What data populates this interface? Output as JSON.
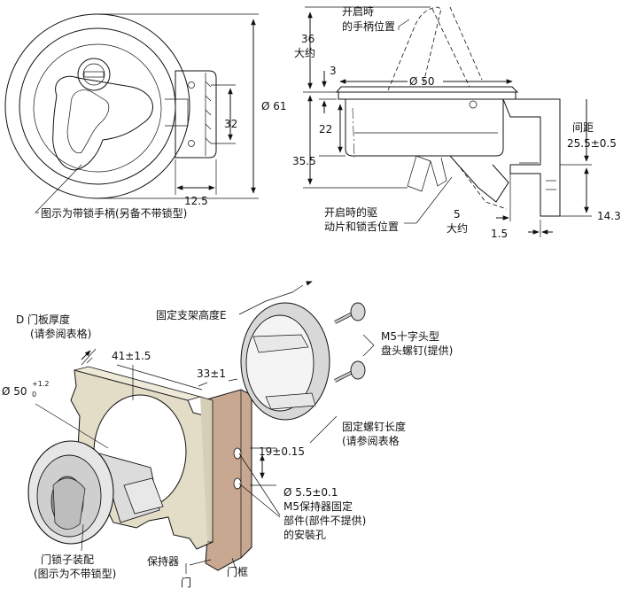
{
  "top_left": {
    "dim_diameter": "Ø 61",
    "dim_height": "32",
    "dim_offset": "12.5",
    "note": "图示为带锁手柄(另备不带锁型)"
  },
  "top_right": {
    "handle_open_line1": "开启時",
    "handle_open_line2": "的手柄位置",
    "dim_36": "36",
    "approx_a": "大约",
    "dim_3": "3",
    "dim_flange": "Ø 50",
    "dim_22": "22",
    "dim_35_5": "35.5",
    "spacing_label": "间距",
    "spacing_value": "25.5±0.5",
    "dim_14_3": "14.3",
    "driver_line1": "开启時的驱",
    "driver_line2": "动片和锁舌位置",
    "dim_5": "5",
    "approx_b": "大约",
    "dim_1_5": "1.5"
  },
  "bottom": {
    "door_thickness_line1": "D 门板厚度",
    "door_thickness_line2": "(请参阅表格)",
    "hole_diameter": "Ø 50",
    "hole_tol_plus": "+1.2",
    "hole_tol_minus": "0",
    "dim_41": "41±1.5",
    "dim_33": "33±1",
    "bracket_height": "固定支架高度E",
    "screw_line1": "M5十字头型",
    "screw_line2": "盘头螺钉(提供)",
    "screw_len_line1": "固定螺钉长度",
    "screw_len_line2": "(请参阅表格",
    "dim_19": "19±0.15",
    "mount_line1": "Ø 5.5±0.1",
    "mount_line2": "M5保持器固定",
    "mount_line3": "部件(部件不提供)",
    "mount_line4": "的安裝孔",
    "retainer": "保持器",
    "door": "门",
    "frame": "门框",
    "latch_line1": "门锁子装配",
    "latch_line2": "(图示为不带锁型)"
  },
  "colors": {
    "door_panel": "#e3ddc8",
    "frame": "#c9a891",
    "metal": "#dcdcdc",
    "line": "#111111"
  }
}
